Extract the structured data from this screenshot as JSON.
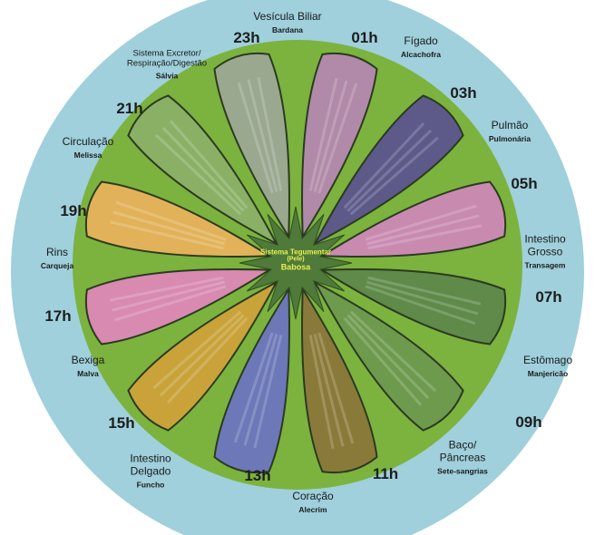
{
  "center": {
    "organ": "Sistema Tegumentar",
    "note": "(Pele)",
    "herb": "Babosa"
  },
  "hours": [
    "23h",
    "01h",
    "03h",
    "05h",
    "07h",
    "09h",
    "11h",
    "13h",
    "15h",
    "17h",
    "19h",
    "21h"
  ],
  "segments": [
    {
      "organ": "Vesícula Biliar",
      "herb": "Bardana"
    },
    {
      "organ": "Fígado",
      "herb": "Alcachofra"
    },
    {
      "organ": "Pulmão",
      "herb": "Pulmonária"
    },
    {
      "organ": "Intestino Grosso",
      "herb": "Transagem"
    },
    {
      "organ": "Estômago",
      "herb": "Manjericão"
    },
    {
      "organ": "Baço/ Pâncreas",
      "herb": "Sete-sangrias"
    },
    {
      "organ": "Coração",
      "herb": "Alecrim"
    },
    {
      "organ": "Intestino Delgado",
      "herb": "Funcho"
    },
    {
      "organ": "Bexiga",
      "herb": "Malva"
    },
    {
      "organ": "Rins",
      "herb": "Carqueja"
    },
    {
      "organ": "Circulação",
      "herb": "Melissa"
    },
    {
      "organ": "Sistema Excretor/ Respiração/Digestão",
      "herb": "Sálvia"
    }
  ],
  "colors": {
    "outer_ring": "#9fd0dc",
    "inner_ring": "#7bb33e",
    "center_star": "#4f7a3a",
    "center_text": "#e6f050"
  },
  "petal_colors": [
    "#b08aa8",
    "#5d5a8a",
    "#c98ab0",
    "#5f8a4a",
    "#6e9a4e",
    "#8a7a3a",
    "#6c78b8",
    "#c9a33a",
    "#d88ab0",
    "#e2b25a",
    "#8ab066",
    "#9aa890"
  ]
}
